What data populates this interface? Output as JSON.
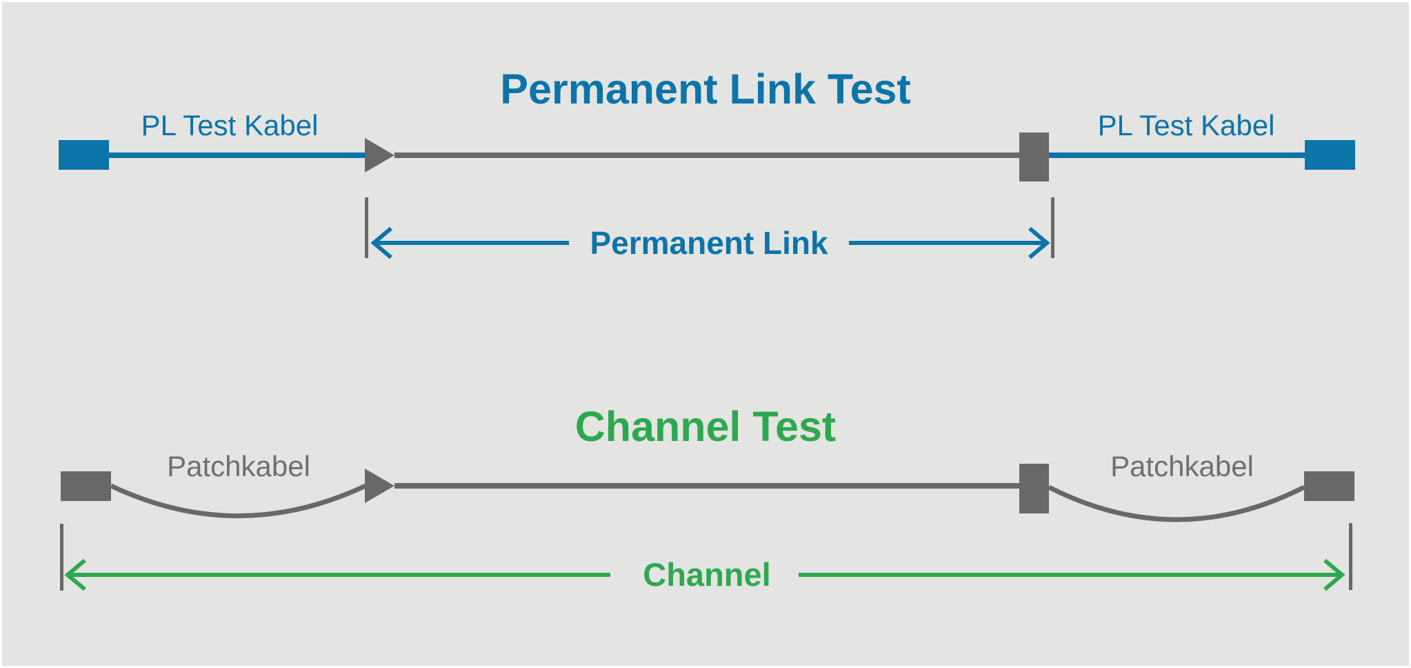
{
  "permanent_link": {
    "title": "Permanent Link Test",
    "left_cable_label": "PL Test Kabel",
    "right_cable_label": "PL Test Kabel",
    "span_label": "Permanent Link",
    "accent_color": "#0b74a8"
  },
  "channel": {
    "title": "Channel Test",
    "left_cable_label": "Patchkabel",
    "right_cable_label": "Patchkabel",
    "span_label": "Channel",
    "accent_color": "#2ea850"
  },
  "colors": {
    "background": "#e4e4e2",
    "cable_gray": "#686868",
    "label_gray": "#6f6f6f"
  }
}
